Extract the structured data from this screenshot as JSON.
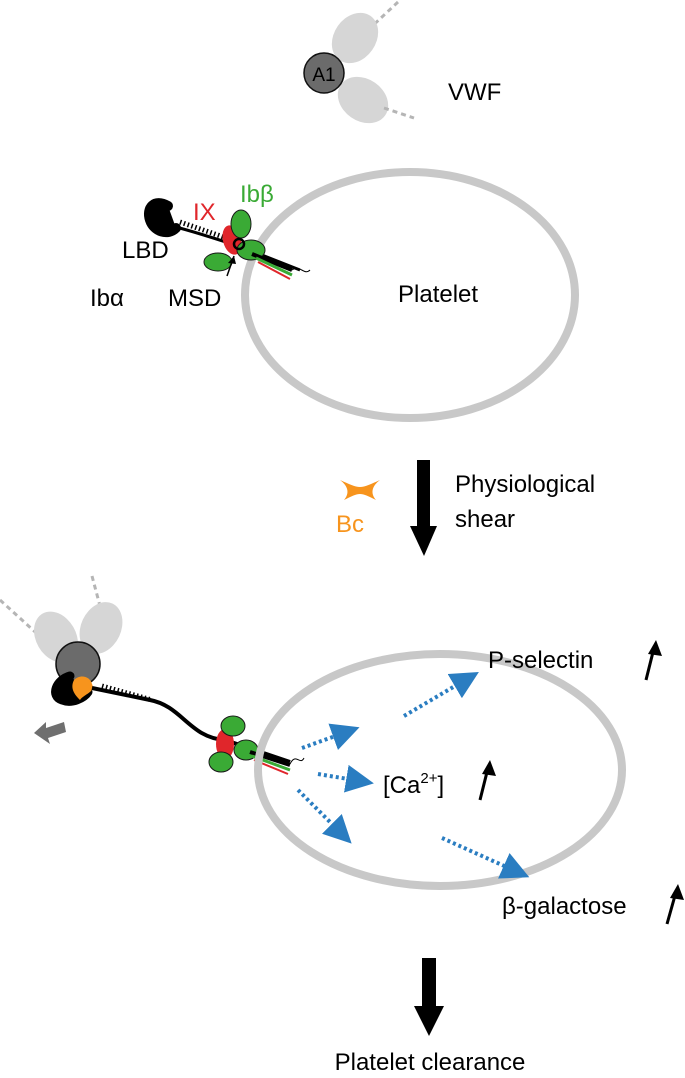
{
  "top": {
    "vwf_domain_label": "A1",
    "vwf_label": "VWF",
    "lbd_label": "LBD",
    "ix_label": "IX",
    "ibbeta_label": "Ibβ",
    "ibalpha_label": "Ibα",
    "msd_label": "MSD",
    "platelet_label": "Platelet"
  },
  "middle": {
    "bc_label": "Bc",
    "shear_line1": "Physiological",
    "shear_line2": "shear"
  },
  "bottom": {
    "pselectin_label": "P-selectin",
    "calcium_base": "[Ca",
    "calcium_sup": "2+",
    "calcium_close": "]",
    "galactose_label": "β-galactose",
    "clearance_label": "Platelet clearance"
  },
  "colors": {
    "membrane": "#c8c8c8",
    "vwf_domain": "#d6d6d6",
    "a1_domain": "#6b6b6b",
    "ix": "#e0262b",
    "ibbeta": "#3aaa35",
    "bc": "#f7941d",
    "signal": "#2a7dc1"
  },
  "icons": [
    "down-arrow",
    "up-arrow",
    "dotted-signal-arrow",
    "pull-direction-arrow"
  ]
}
